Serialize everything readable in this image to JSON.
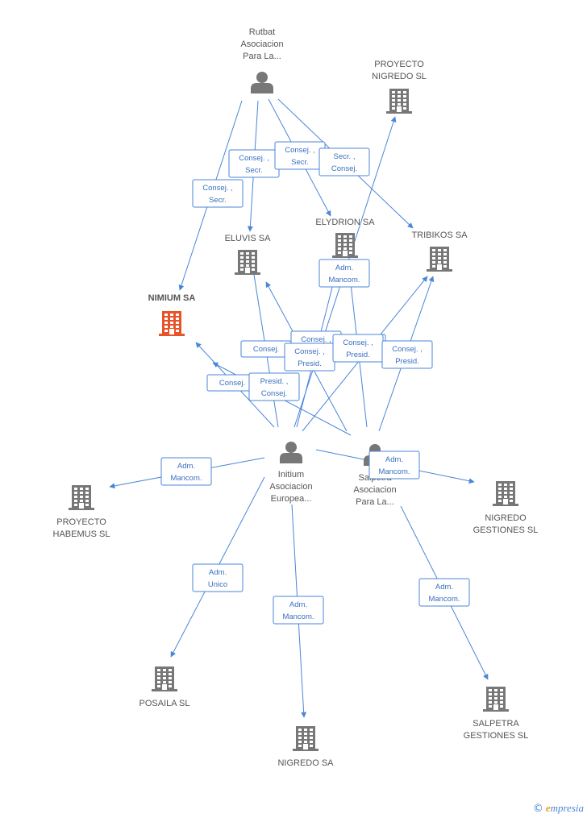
{
  "nodes": {
    "rutbat": {
      "type": "person",
      "lines": [
        "Rutbat",
        "Asociacion",
        "Para La..."
      ]
    },
    "proyecto_nigredo": {
      "type": "company",
      "lines": [
        "PROYECTO",
        "NIGREDO SL"
      ]
    },
    "elydrion": {
      "type": "company",
      "lines": [
        "ELYDRION SA"
      ]
    },
    "eluvis": {
      "type": "company",
      "lines": [
        "ELUVIS SA"
      ]
    },
    "tribikos": {
      "type": "company",
      "lines": [
        "TRIBIKOS SA"
      ]
    },
    "nimium": {
      "type": "company",
      "focus": true,
      "lines": [
        "NIMIUM SA"
      ]
    },
    "initium": {
      "type": "person",
      "lines": [
        "Initium",
        "Asociacion",
        "Europea..."
      ]
    },
    "salpetra": {
      "type": "person",
      "lines": [
        "Salpetra",
        "Asociacion",
        "Para La..."
      ]
    },
    "proyecto_habemus": {
      "type": "company",
      "lines": [
        "PROYECTO",
        "HABEMUS SL"
      ]
    },
    "nigredo_gestiones": {
      "type": "company",
      "lines": [
        "NIGREDO",
        "GESTIONES SL"
      ]
    },
    "posaila": {
      "type": "company",
      "lines": [
        "POSAILA SL"
      ]
    },
    "nigredo_sa": {
      "type": "company",
      "lines": [
        "NIGREDO SA"
      ]
    },
    "salpetra_gestiones": {
      "type": "company",
      "lines": [
        "SALPETRA",
        "GESTIONES SL"
      ]
    }
  },
  "edges": [
    {
      "from": "rutbat",
      "to": "nimium",
      "label": [
        "Consej. ,",
        "Secr."
      ]
    },
    {
      "from": "rutbat",
      "to": "eluvis",
      "label": [
        "Consej. ,",
        "Secr."
      ]
    },
    {
      "from": "rutbat",
      "to": "elydrion",
      "label": [
        "Consej. ,",
        "Secr."
      ]
    },
    {
      "from": "rutbat",
      "to": "tribikos",
      "label": [
        "Secr. ,",
        "Consej."
      ]
    },
    {
      "from": "initium",
      "to": "proyecto_nigredo",
      "label": [
        "Adm.",
        "Mancom."
      ]
    },
    {
      "from": "initium",
      "to": "eluvis",
      "label": [
        "Consej."
      ]
    },
    {
      "from": "initium",
      "to": "elydrion",
      "label": [
        "Consej. ,",
        "Presid."
      ]
    },
    {
      "from": "initium",
      "to": "tribikos",
      "label": [
        "Consej. ,",
        "Presid."
      ]
    },
    {
      "from": "initium",
      "to": "nimium",
      "label": [
        "Consej."
      ]
    },
    {
      "from": "salpetra",
      "to": "nimium",
      "label": [
        "Presid. ,",
        "Consej."
      ]
    },
    {
      "from": "salpetra",
      "to": "eluvis",
      "label": [
        "Consej. ,",
        "Presid."
      ]
    },
    {
      "from": "salpetra",
      "to": "elydrion",
      "label": [
        "Consej. ,",
        "Presid."
      ]
    },
    {
      "from": "salpetra",
      "to": "tribikos",
      "label": [
        "Consej. ,",
        "Presid."
      ]
    },
    {
      "from": "initium",
      "to": "proyecto_habemus",
      "label": [
        "Adm.",
        "Mancom."
      ]
    },
    {
      "from": "initium",
      "to": "nigredo_gestiones",
      "label": [
        "Adm.",
        "Mancom."
      ]
    },
    {
      "from": "initium",
      "to": "posaila",
      "label": [
        "Adm.",
        "Unico"
      ]
    },
    {
      "from": "initium",
      "to": "nigredo_sa",
      "label": [
        "Adm.",
        "Mancom."
      ]
    },
    {
      "from": "salpetra",
      "to": "salpetra_gestiones",
      "label": [
        "Adm.",
        "Mancom."
      ]
    }
  ],
  "colors": {
    "edge": "#4a86d8",
    "icon": "#777777",
    "focus_icon": "#e8542a"
  },
  "brand": {
    "copyright": "©",
    "name_e": "e",
    "name_rest": "mpresia"
  }
}
